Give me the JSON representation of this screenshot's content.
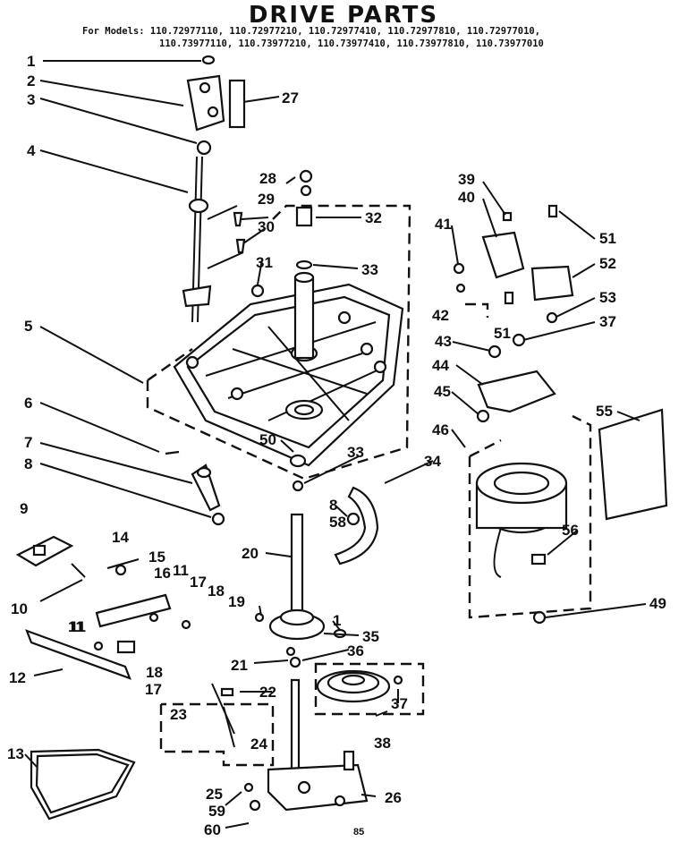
{
  "title": "DRIVE PARTS",
  "models": {
    "prefix": "For Models:",
    "line1": "110.72977110, 110.72977210, 110.72977410, 110.72977810, 110.72977010,",
    "line2": "110.73977110, 110.73977210, 110.73977410, 110.73977810, 110.73977010"
  },
  "page_code": "85",
  "callouts": [
    "1",
    "2",
    "3",
    "4",
    "5",
    "6",
    "7",
    "8",
    "9",
    "10",
    "11",
    "12",
    "13",
    "14",
    "15",
    "16",
    "11",
    "17",
    "18",
    "19",
    "11",
    "18",
    "17",
    "20",
    "21",
    "22",
    "23",
    "24",
    "25",
    "59",
    "60",
    "26",
    "27",
    "28",
    "29",
    "30",
    "31",
    "32",
    "33",
    "50",
    "33",
    "34",
    "8",
    "58",
    "1",
    "35",
    "36",
    "37",
    "38",
    "39",
    "40",
    "41",
    "42",
    "51",
    "43",
    "44",
    "45",
    "46",
    "51",
    "52",
    "53",
    "37",
    "55",
    "56",
    "49"
  ]
}
